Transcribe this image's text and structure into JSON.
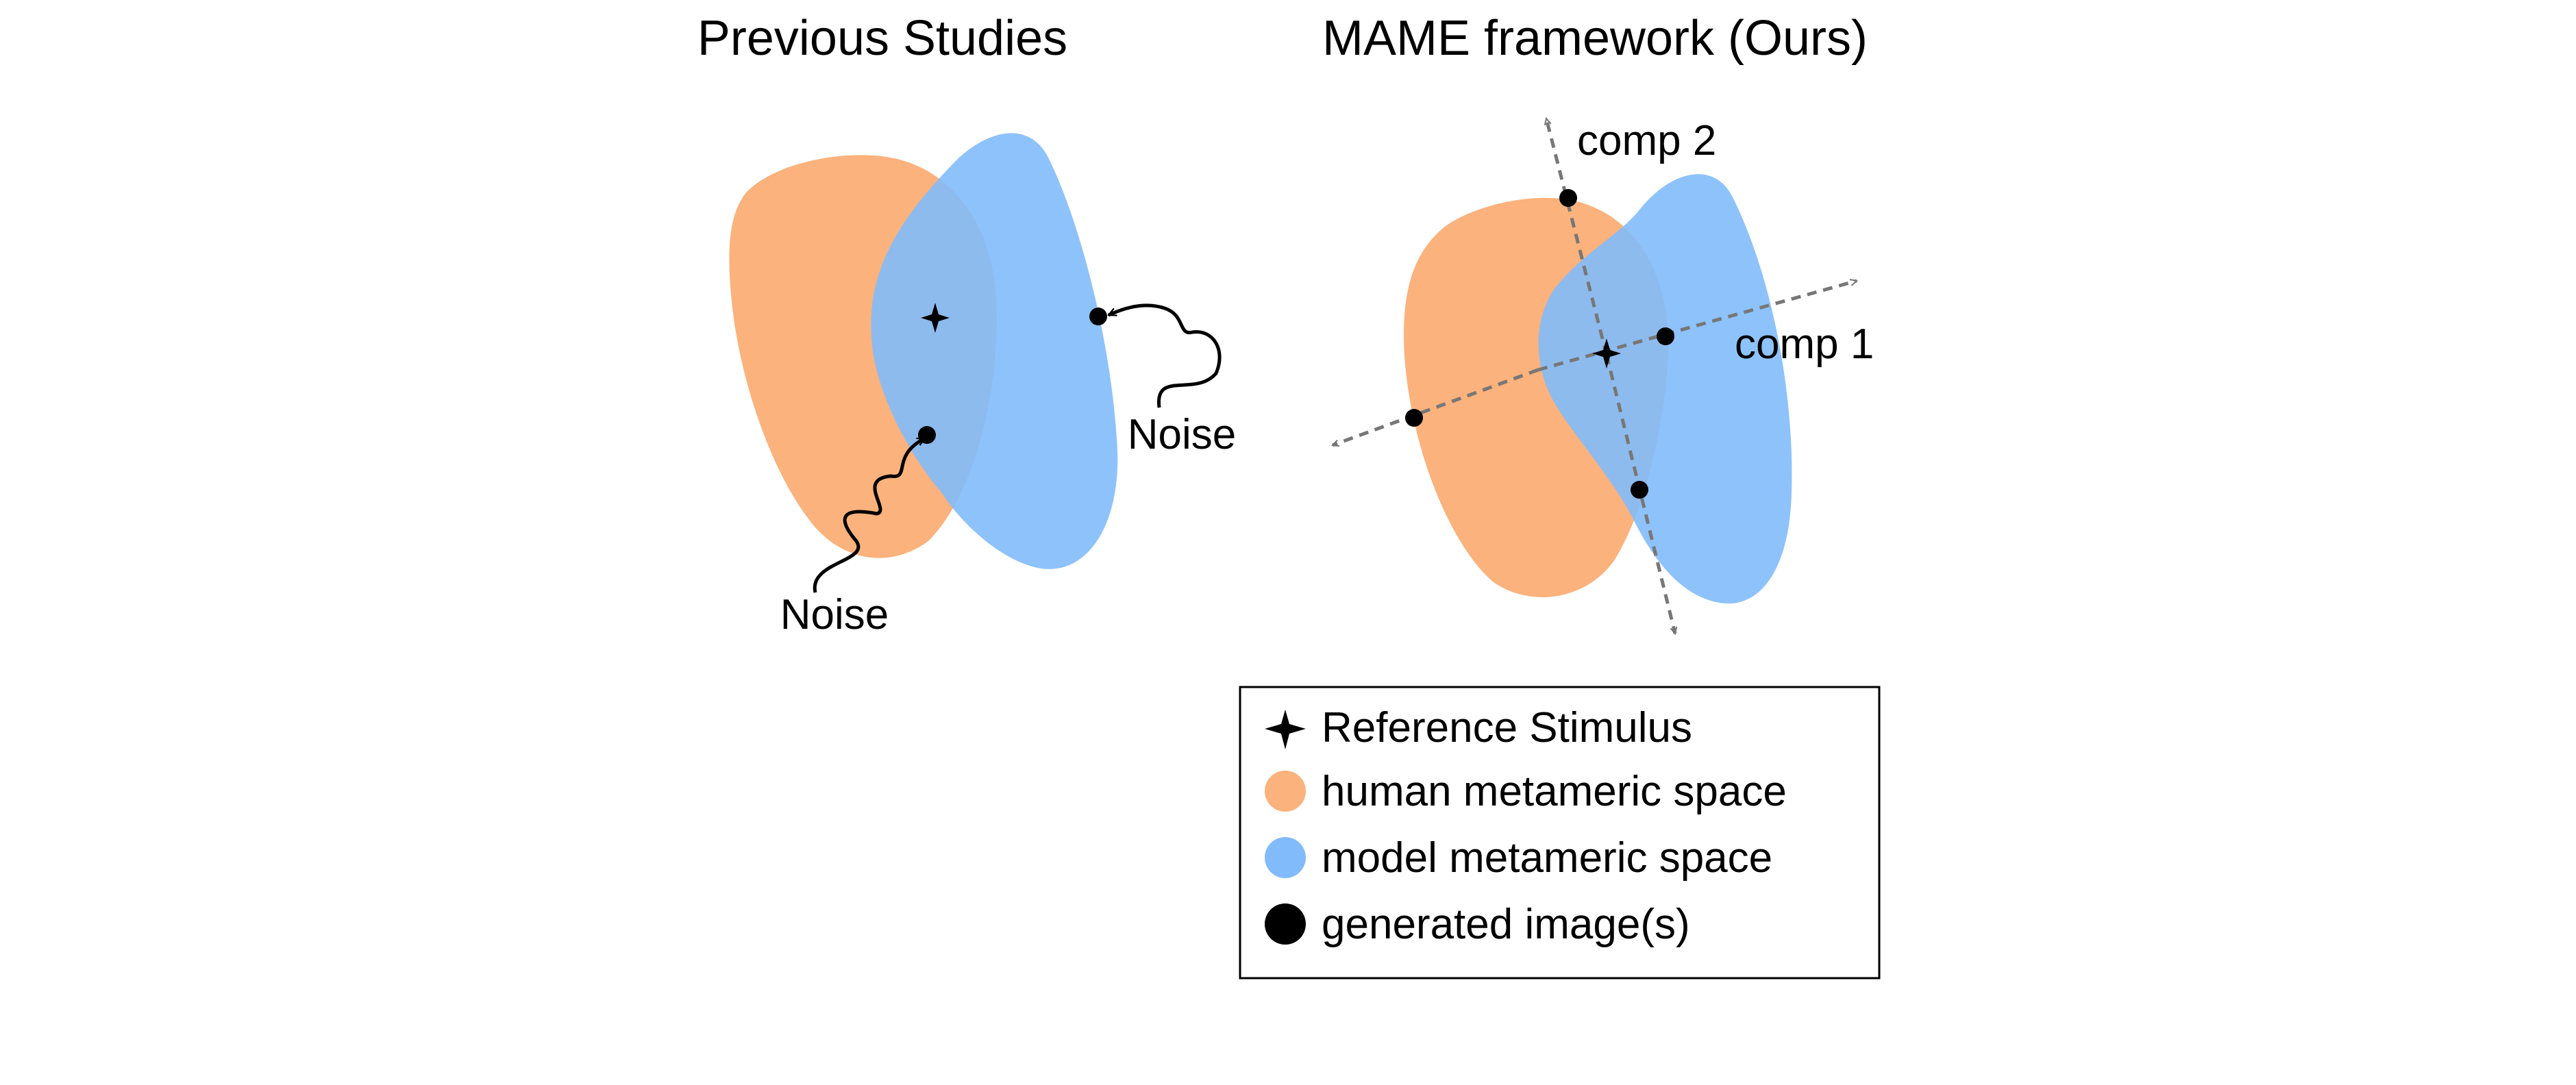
{
  "panels": {
    "left": {
      "title": "Previous Studies",
      "noise_label_bottom": "Noise",
      "noise_label_right": "Noise"
    },
    "right": {
      "title": "MAME framework (Ours)",
      "axis_comp1_label": "comp 1",
      "axis_comp2_label": "comp 2"
    }
  },
  "legend": {
    "items": [
      {
        "label": "Reference Stimulus",
        "marker": "four-point-star-icon"
      },
      {
        "label": "human metameric space",
        "marker": "circle-icon",
        "color": "#fbb27c"
      },
      {
        "label": "model metameric space",
        "marker": "circle-icon",
        "color": "#82bbfb"
      },
      {
        "label": "generated image(s)",
        "marker": "circle-icon",
        "color": "#000000"
      }
    ]
  },
  "colors": {
    "human_space": "#fbb27c",
    "model_space": "#82bbfb",
    "overlap": "#8aa0d6",
    "axis": "#777777",
    "point": "#000000"
  }
}
